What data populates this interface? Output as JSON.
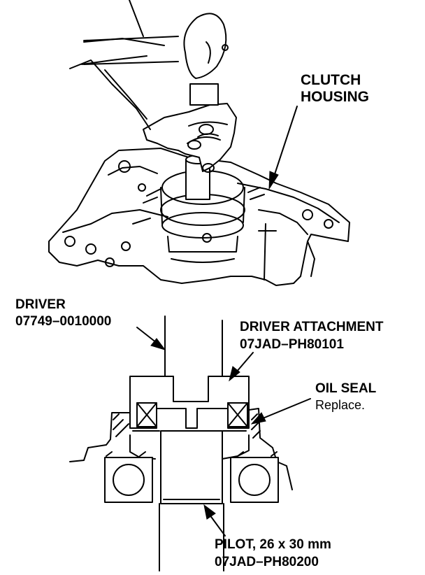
{
  "labels": {
    "clutch_housing": [
      "CLUTCH",
      "HOUSING"
    ],
    "driver": {
      "name": "DRIVER",
      "part_no": "07749–0010000"
    },
    "driver_attachment": {
      "name": "DRIVER ATTACHMENT",
      "part_no": "07JAD–PH80101"
    },
    "oil_seal": {
      "name": "OIL SEAL",
      "note": "Replace."
    },
    "pilot": {
      "name": "PILOT, 26 x 30 mm",
      "part_no": "07JAD–PH80200"
    }
  }
}
